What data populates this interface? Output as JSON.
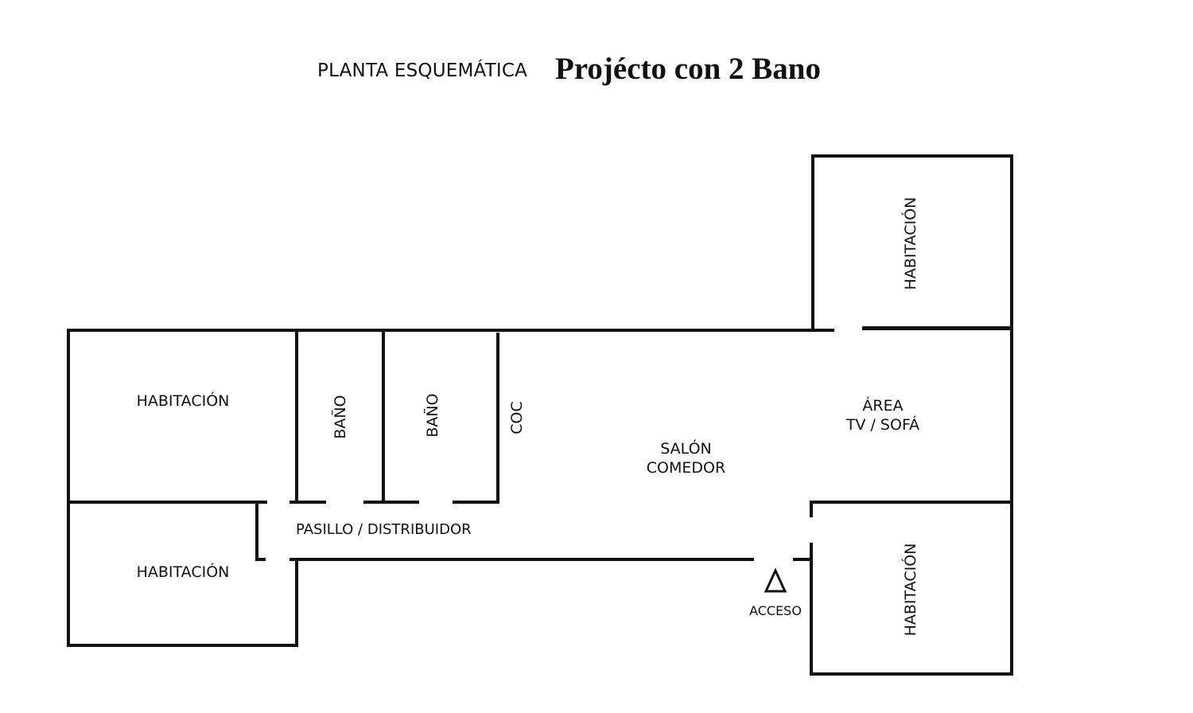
{
  "header": {
    "subtitle": "PLANTA ESQUEMÁTICA",
    "title": "Projécto con 2 Bano"
  },
  "rooms": {
    "habitacion_left_top": "HABITACIÓN",
    "habitacion_left_bottom": "HABITACIÓN",
    "bano_1": "BAÑO",
    "bano_2": "BAÑO",
    "cocina": "COC",
    "salon_line1": "SALÓN",
    "salon_line2": "COMEDOR",
    "area_line1": "ÁREA",
    "area_line2": "TV / SOFÁ",
    "habitacion_right_top": "HABITACIÓN",
    "habitacion_right_bottom": "HABITACIÓN",
    "pasillo": "PASILLO / DISTRIBUIDOR",
    "acceso": "ACCESO"
  },
  "colors": {
    "wall": "#111111",
    "background": "#ffffff"
  }
}
